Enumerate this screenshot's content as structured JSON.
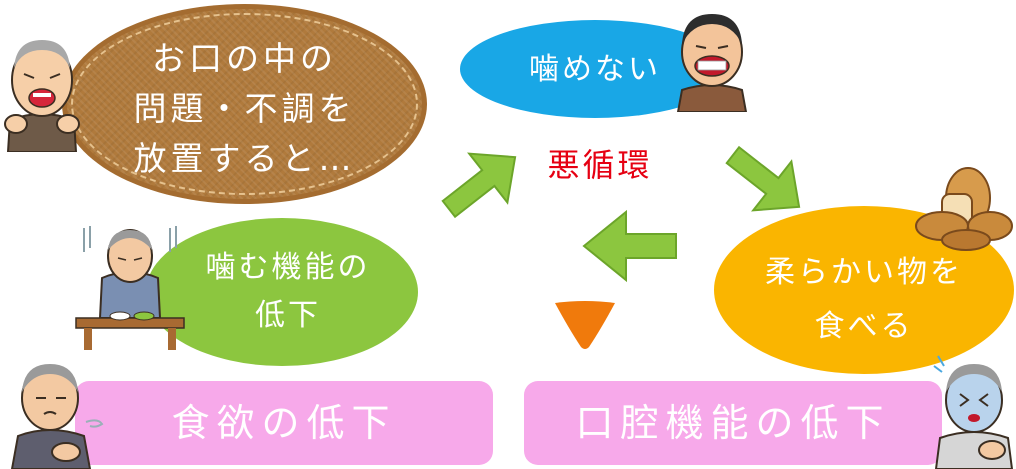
{
  "cloud": {
    "lines": [
      "お口の中の",
      "問題・不調を",
      "放置すると…"
    ]
  },
  "top_oval": {
    "label": "噛めない"
  },
  "center": {
    "label": "悪循環"
  },
  "left_oval": {
    "lines": [
      "噛む機能の",
      "低下"
    ]
  },
  "right_oval": {
    "lines": [
      "柔らかい物を",
      "食べる"
    ]
  },
  "bottom_left_banner": {
    "label": "食欲の低下"
  },
  "bottom_right_banner": {
    "label": "口腔機能の低下"
  },
  "colors": {
    "cloud": "#b07a3c",
    "top_oval": "#19a7e6",
    "left_oval": "#8cc63f",
    "right_oval": "#fab500",
    "banner": "#f7a9ea",
    "arrow": "#8cc63f",
    "triangle": "#f07a0c",
    "center_text": "#e60012"
  },
  "icons": [
    "elderly-man-toothache-illustration",
    "elderly-man-bad-teeth-illustration",
    "elderly-man-eating-alone-illustration",
    "bread-illustration",
    "elderly-man-sighing-illustration",
    "elderly-man-choking-illustration",
    "arrow-up-right-icon",
    "arrow-down-right-icon",
    "arrow-left-icon",
    "triangle-down-icon"
  ]
}
